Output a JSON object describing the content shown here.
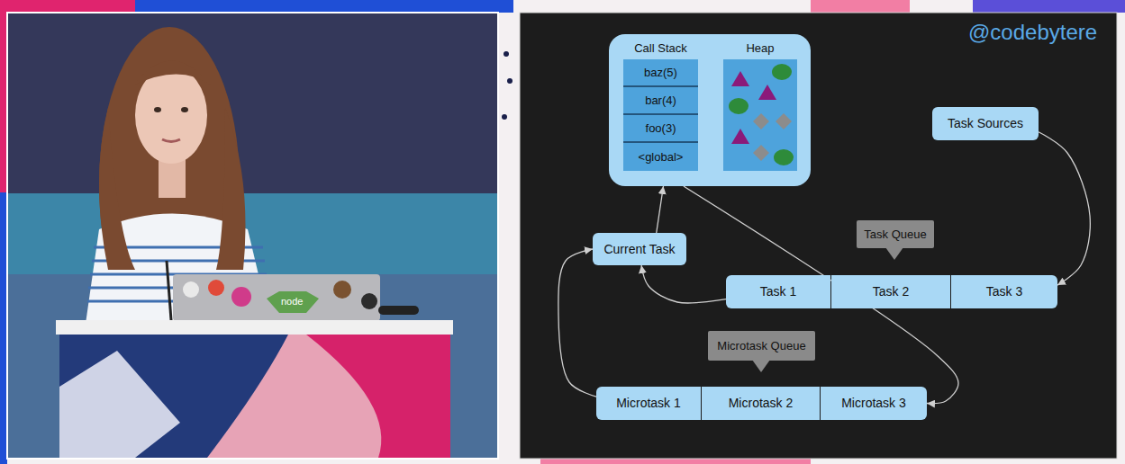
{
  "diagram": {
    "nodes": [
      {
        "text": [
          "Call Stack",
          "Heap"
        ]
      },
      {
        "text": [
          "baz(5)"
        ],
        "in": 0
      },
      {
        "text": [
          "bar(4)"
        ],
        "in": 0
      },
      {
        "text": [
          "foo(3)"
        ],
        "in": 0
      },
      {
        "text": [
          "<global>"
        ],
        "in": 0
      },
      {
        "text": [
          "Task Sources"
        ]
      },
      {
        "text": [
          "Task Queue"
        ]
      },
      {
        "text": [
          "Current Task"
        ]
      },
      {
        "text": [
          "Task 1"
        ]
      },
      {
        "text": [
          "Task 2"
        ]
      },
      {
        "text": [
          "Task 3"
        ]
      },
      {
        "text": [
          "Microtask Queue"
        ]
      },
      {
        "text": [
          "Microtask 1"
        ]
      },
      {
        "text": [
          "Microtask 2"
        ]
      },
      {
        "text": [
          "Microtask 3"
        ]
      }
    ],
    "edges": [
      {
        "from": 5,
        "to": 10,
        "arrow": "to"
      },
      {
        "from": 8,
        "to": 7,
        "arrow": "to"
      },
      {
        "from": 7,
        "to": 0,
        "arrow": "to"
      },
      {
        "from": 12,
        "to": 7,
        "arrow": "to"
      },
      {
        "from": 0,
        "to": 14,
        "arrow": "to"
      }
    ],
    "labels": [
      "@codebytere",
      "node"
    ]
  }
}
